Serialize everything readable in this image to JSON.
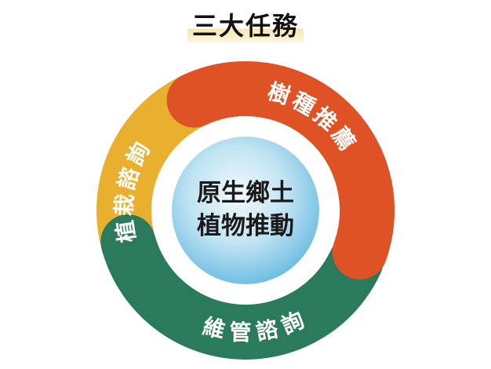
{
  "title": "三大任務",
  "segments": [
    {
      "label": "樹種推薦",
      "color": "#de5226"
    },
    {
      "label": "維管諮詢",
      "color": "#2a7a5c"
    },
    {
      "label": "植栽諮詢",
      "color": "#e9b030"
    }
  ],
  "center": {
    "line1": "原生鄉土",
    "line2": "植物推動"
  }
}
